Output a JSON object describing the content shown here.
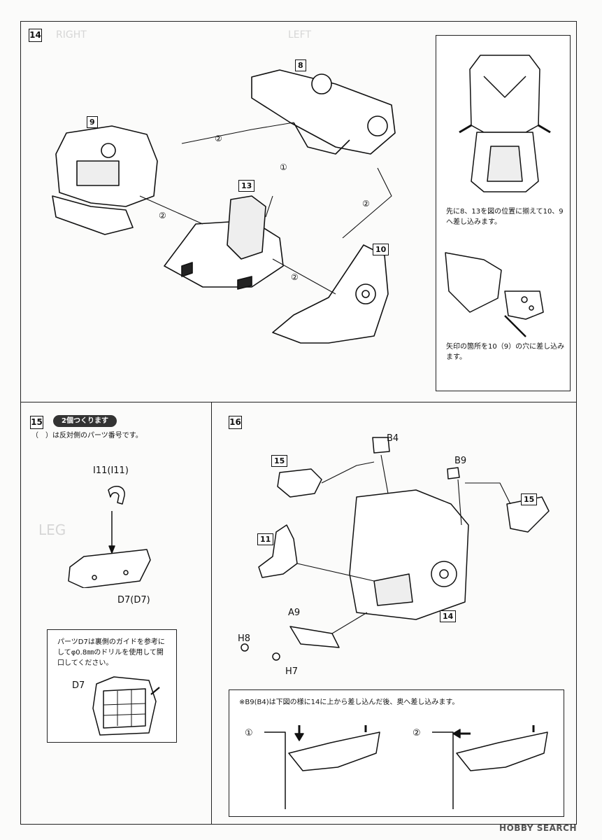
{
  "steps": {
    "s14": {
      "number": "14",
      "parts": [
        "8",
        "9",
        "13",
        "10"
      ],
      "arrow_order": [
        "①",
        "②",
        "②",
        "②",
        "②"
      ],
      "inset": {
        "note_a": "先に8、13を図の位置に揃えて10、9へ差し込みます。",
        "note_b": "矢印の箇所を10（9）の穴に差し込みます。"
      }
    },
    "s15": {
      "number": "15",
      "badge": "2個つくります",
      "note": "（　）は反対側のパーツ番号です。",
      "part_top": "I11(I11)",
      "part_bottom": "D7(D7)",
      "drill_note": "パーツD7は裏側のガイドを参考にしてφ0.8㎜のドリルを使用して開口してください。",
      "drill_part": "D7"
    },
    "s16": {
      "number": "16",
      "labels": {
        "b4": "B4",
        "b9": "B9",
        "p15a": "15",
        "p15b": "15",
        "p11": "11",
        "p14": "14",
        "a9": "A9",
        "h8": "H8",
        "h7": "H7"
      },
      "sub_note": "※B9(B4)は下図の様に14に上から差し込んだ後、奥へ差し込みます。",
      "sub_steps": [
        "①",
        "②"
      ]
    }
  },
  "watermark": "HOBBY SEARCH"
}
